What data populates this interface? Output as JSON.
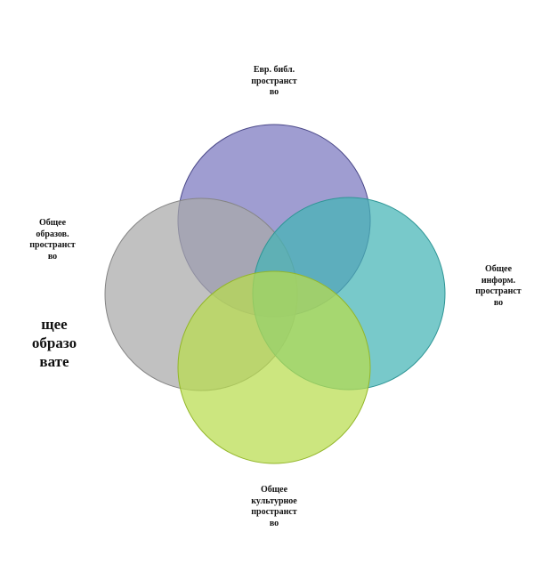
{
  "diagram": {
    "circles": [
      {
        "id": "top",
        "fill": "#7a77bf",
        "stroke": "#4a4888",
        "label_lines": [
          "Евр. библ.",
          "пространст",
          "во"
        ]
      },
      {
        "id": "left",
        "fill": "#a9a9a9",
        "stroke": "#858585",
        "label_lines": [
          "Общее",
          "образов.",
          "пространст",
          "во"
        ]
      },
      {
        "id": "right",
        "fill": "#44b4b5",
        "stroke": "#2e9595",
        "label_lines": [
          "Общее",
          "информ.",
          "пространст",
          "во"
        ]
      },
      {
        "id": "bottom",
        "fill": "#b9dc4d",
        "stroke": "#93b62a",
        "label_lines": [
          "Общее",
          "культурное",
          "пространст",
          "во"
        ]
      }
    ],
    "fill_opacity": 0.72,
    "overlay_text_lines": [
      "щее",
      "образо",
      "вате"
    ]
  }
}
